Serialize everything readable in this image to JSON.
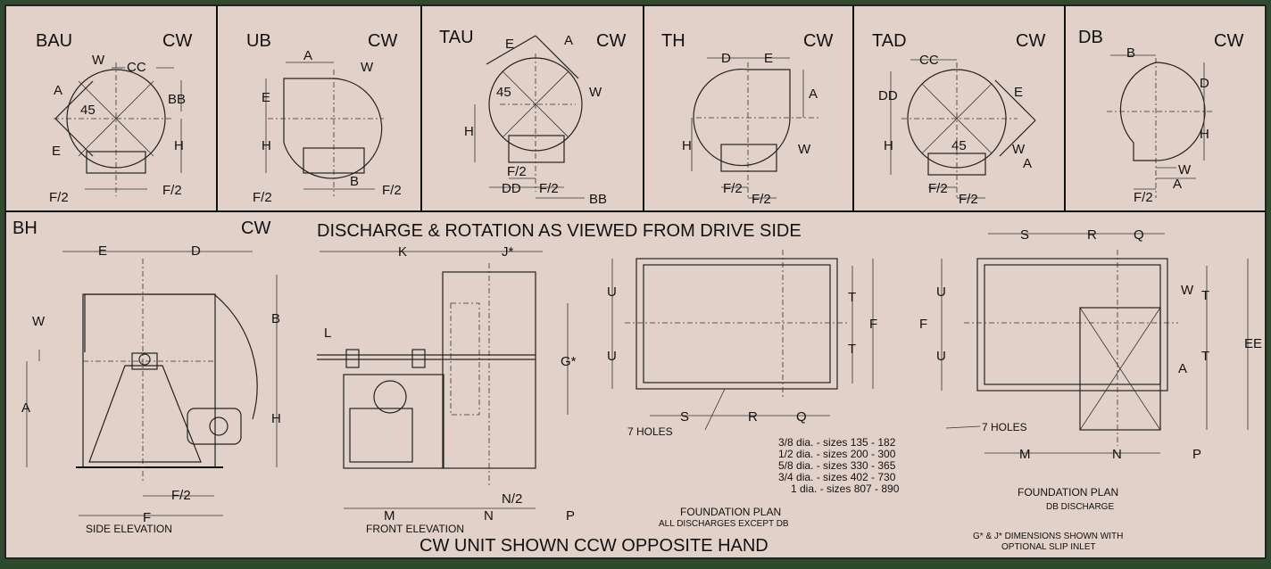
{
  "top_panels": [
    {
      "code": "BAU",
      "rot": "CW",
      "labels": [
        "W",
        "CC",
        "A",
        "BB",
        "45",
        "E",
        "H",
        "F/2",
        "F/2"
      ]
    },
    {
      "code": "UB",
      "rot": "CW",
      "labels": [
        "A",
        "W",
        "E",
        "H",
        "F/2",
        "B",
        "F/2"
      ]
    },
    {
      "code": "TAU",
      "rot": "CW",
      "labels": [
        "E",
        "A",
        "W",
        "45",
        "H",
        "F/2",
        "DD",
        "F/2",
        "BB"
      ]
    },
    {
      "code": "TH",
      "rot": "CW",
      "labels": [
        "D",
        "E",
        "A",
        "W",
        "H",
        "F/2",
        "F/2"
      ]
    },
    {
      "code": "TAD",
      "rot": "CW",
      "labels": [
        "CC",
        "E",
        "DD",
        "H",
        "45",
        "W",
        "A",
        "F/2",
        "F/2"
      ]
    },
    {
      "code": "DB",
      "rot": "CW",
      "labels": [
        "B",
        "D",
        "H",
        "W",
        "A",
        "F/2"
      ]
    }
  ],
  "bottom": {
    "bh_code": "BH",
    "bh_rot": "CW",
    "heading": "DISCHARGE & ROTATION AS VIEWED FROM DRIVE SIDE",
    "footer": "CW UNIT SHOWN CCW OPPOSITE HAND",
    "side": {
      "caption": "SIDE ELEVATION",
      "labels": {
        "e": "E",
        "d": "D",
        "b": "B",
        "h": "H",
        "w": "W",
        "a": "A",
        "f2": "F/2",
        "f": "F"
      }
    },
    "front": {
      "caption": "FRONT ELEVATION",
      "labels": {
        "k": "K",
        "j": "J*",
        "l": "L",
        "g": "G*",
        "m": "M",
        "n": "N",
        "n2": "N/2",
        "p": "P"
      }
    },
    "plan1": {
      "caption": "FOUNDATION PLAN",
      "sub": "ALL DISCHARGES EXCEPT DB",
      "holes": "7 HOLES",
      "labels": {
        "u1": "U",
        "u2": "U",
        "t1": "T",
        "t2": "T",
        "f": "F",
        "s": "S",
        "r": "R",
        "q": "Q"
      }
    },
    "plan2": {
      "caption": "FOUNDATION PLAN",
      "sub": "DB DISCHARGE",
      "holes": "7 HOLES",
      "labels": {
        "s": "S",
        "r": "R",
        "q": "Q",
        "u1": "U",
        "u2": "U",
        "w": "W",
        "t1": "T",
        "t2": "T",
        "a": "A",
        "ee": "EE",
        "f": "F",
        "m": "M",
        "n": "N",
        "p": "P"
      }
    },
    "hole_sizes": [
      "3/8 dia. - sizes 135 - 182",
      "1/2 dia. - sizes 200 - 300",
      "5/8 dia. - sizes 330 - 365",
      "3/4 dia. - sizes 402 - 730",
      "1 dia. - sizes 807 - 890"
    ],
    "note_line1": "G* & J* DIMENSIONS SHOWN WITH",
    "note_line2": "OPTIONAL SLIP INLET"
  },
  "colors": {
    "panel": "#e2d1c8",
    "border": "#222222",
    "background": "#2d4a2c"
  }
}
